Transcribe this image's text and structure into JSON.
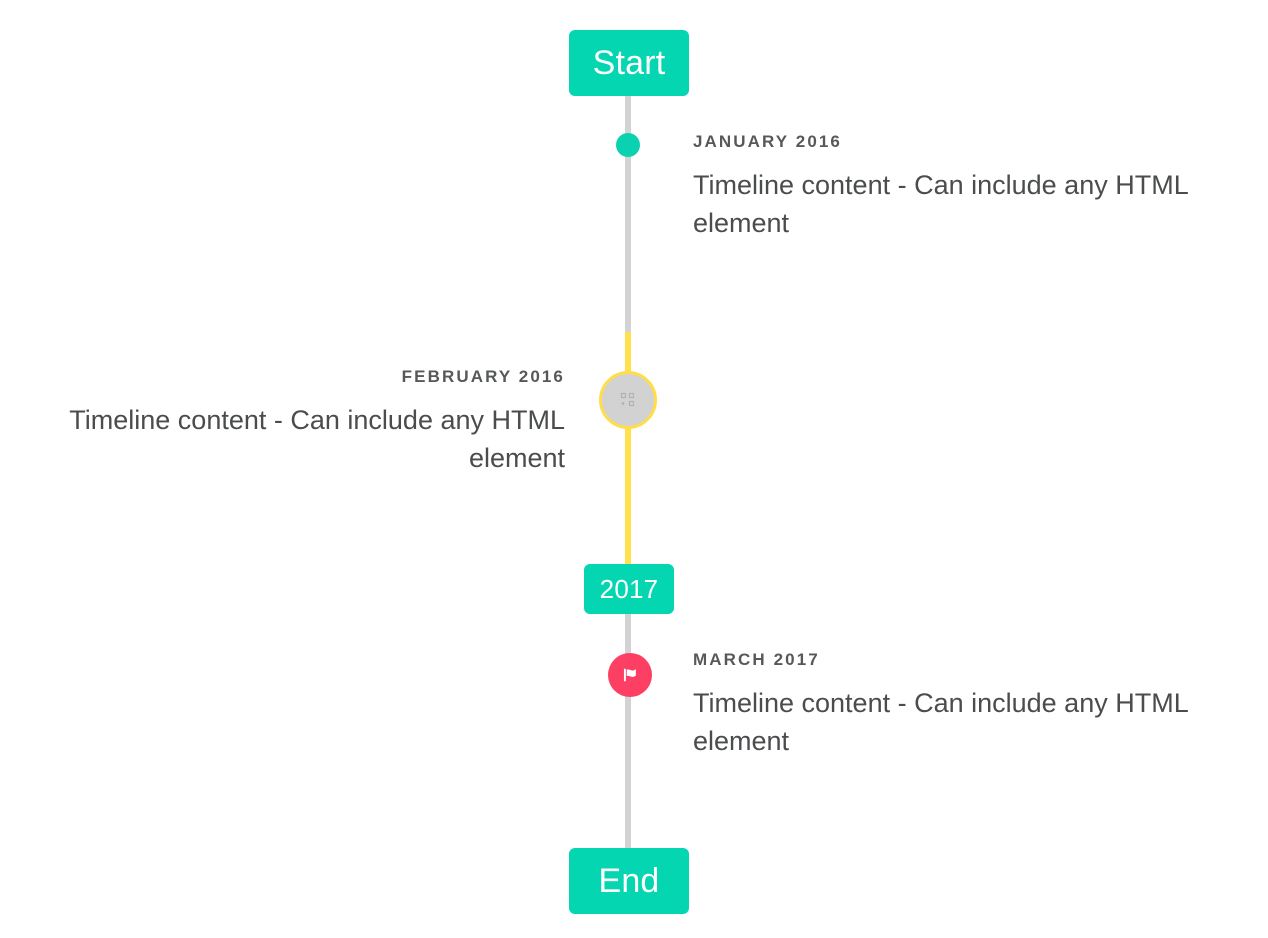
{
  "colors": {
    "accent_teal": "#05d6b2",
    "marker_teal": "#0ad2b0",
    "line_gray": "#d3d3d3",
    "line_yellow": "#ffe14d",
    "ring_fill": "#d2d2d2",
    "ring_border": "#ffde4a",
    "flag_pink": "#fc3f63",
    "date_text": "#56585a",
    "body_text": "#4a4c4e",
    "badge_text": "#ffffff",
    "background": "#ffffff"
  },
  "caps": {
    "start": {
      "label": "Start"
    },
    "middle": {
      "label": "2017"
    },
    "end": {
      "label": "End"
    }
  },
  "events": [
    {
      "id": "january-2016",
      "date": "JANUARY 2016",
      "text": "Timeline content - Can include any HTML element",
      "side": "right",
      "marker": {
        "type": "dot",
        "icon": "dot-icon"
      }
    },
    {
      "id": "february-2016",
      "date": "FEBRUARY 2016",
      "text": "Timeline content - Can include any HTML element",
      "side": "left",
      "marker": {
        "type": "ring",
        "icon": "broken-image-icon"
      }
    },
    {
      "id": "march-2017",
      "date": "MARCH 2017",
      "text": "Timeline content - Can include any HTML element",
      "side": "right",
      "marker": {
        "type": "flag",
        "icon": "flag-icon"
      }
    }
  ]
}
